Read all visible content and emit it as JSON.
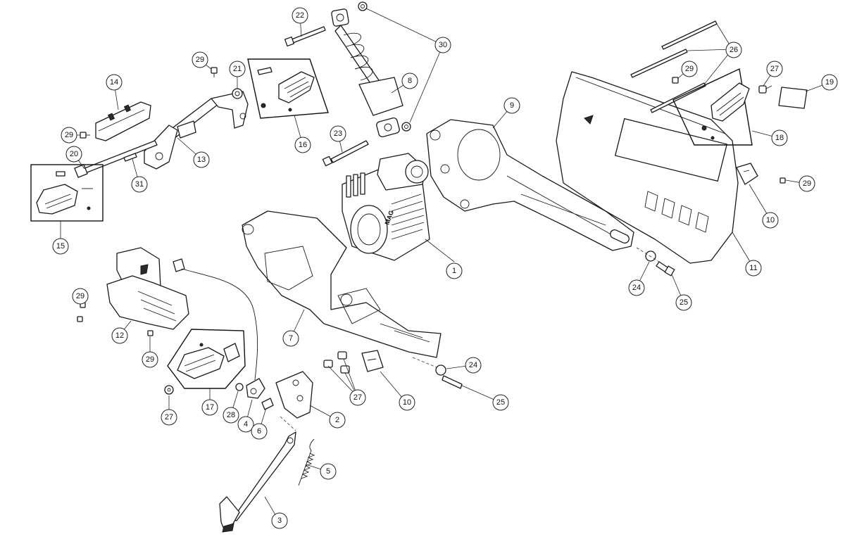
{
  "callouts": {
    "c1": "1",
    "c2": "2",
    "c3": "3",
    "c4": "4",
    "c5": "5",
    "c6": "6",
    "c7": "7",
    "c8": "8",
    "c9": "9",
    "c10a": "10",
    "c10b": "10",
    "c11": "11",
    "c12": "12",
    "c13": "13",
    "c14": "14",
    "c15": "15",
    "c16": "16",
    "c17": "17",
    "c18": "18",
    "c19": "19",
    "c20": "20",
    "c21": "21",
    "c22": "22",
    "c23": "23",
    "c24a": "24",
    "c24b": "24",
    "c25a": "25",
    "c25b": "25",
    "c26": "26",
    "c27a": "27",
    "c27b": "27",
    "c27c": "27",
    "c28": "28",
    "c29a": "29",
    "c29b": "29",
    "c29c": "29",
    "c29d": "29",
    "c29e": "29",
    "c29f": "29",
    "c30": "30",
    "c31": "31"
  },
  "labels": {
    "motor_brand": "MAG"
  }
}
